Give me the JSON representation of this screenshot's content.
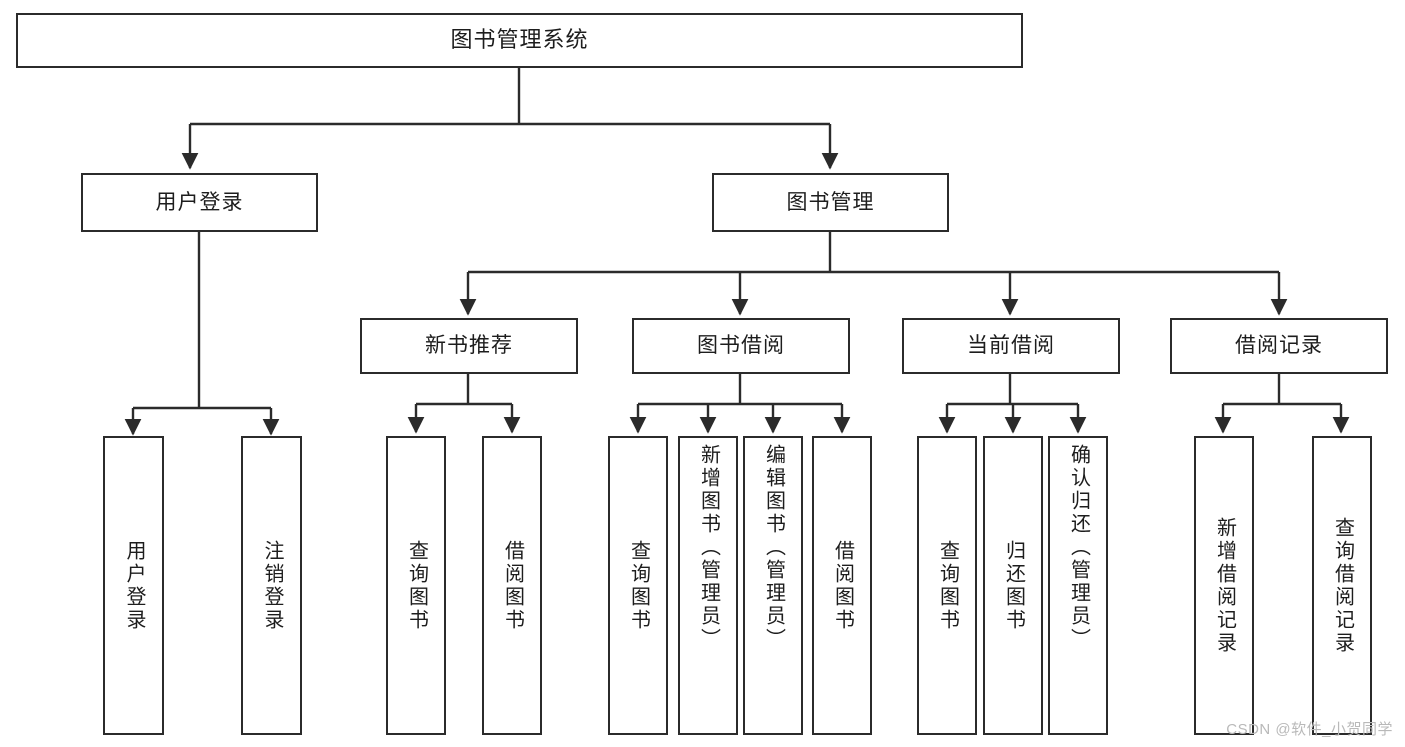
{
  "diagram": {
    "title": "图书管理系统",
    "type": "tree",
    "watermark": "CSDN @软件_小贺同学",
    "colors": {
      "box_border": "#2b2b2b",
      "box_fill": "#ffffff",
      "connector": "#2b2b2b",
      "text": "#1d1d1d",
      "watermark": "#b9b9b9"
    },
    "nodes": {
      "root": {
        "label": "图书管理系统"
      },
      "level2": [
        {
          "label": "用户登录"
        },
        {
          "label": "图书管理"
        }
      ],
      "level3": [
        {
          "label": "新书推荐"
        },
        {
          "label": "图书借阅"
        },
        {
          "label": "当前借阅"
        },
        {
          "label": "借阅记录"
        }
      ],
      "leaves": {
        "user_login": [
          {
            "label": "用户登录"
          },
          {
            "label": "注销登录"
          }
        ],
        "new_book_recommend": [
          {
            "label": "查询图书"
          },
          {
            "label": "借阅图书"
          }
        ],
        "book_borrow": [
          {
            "label": "查询图书"
          },
          {
            "label": "新增图书（管理员）"
          },
          {
            "label": "编辑图书（管理员）"
          },
          {
            "label": "借阅图书"
          }
        ],
        "current_borrow": [
          {
            "label": "查询图书"
          },
          {
            "label": "归还图书"
          },
          {
            "label": "确认归还（管理员）"
          }
        ],
        "borrow_records": [
          {
            "label": "新增借阅记录"
          },
          {
            "label": "查询借阅记录"
          }
        ]
      }
    }
  }
}
